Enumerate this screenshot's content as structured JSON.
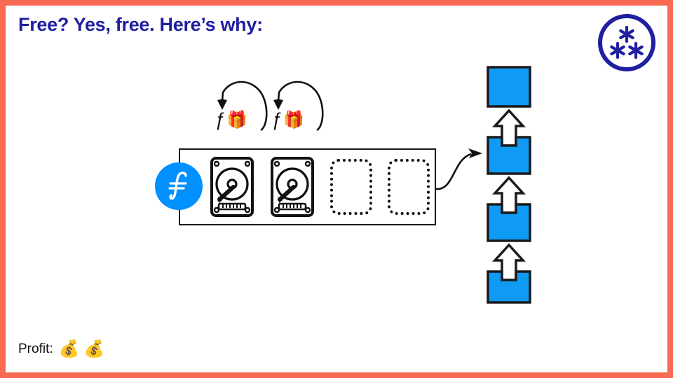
{
  "slide": {
    "title": "Free? Yes, free. Here’s why:",
    "background_color": "#ffffff",
    "border_color": "#f96a55",
    "title_color": "#1f1fa0"
  },
  "logo": {
    "name": "protocol-labs-logo",
    "glyph": "✱✱✱",
    "color": "#1f1fa0"
  },
  "storage": {
    "label": "storage-chassis",
    "filecoin_symbol": "ƒ",
    "filecoin_badge_color": "#0090ff",
    "slots": [
      {
        "type": "hard-drive",
        "state": "filled"
      },
      {
        "type": "hard-drive",
        "state": "filled"
      },
      {
        "type": "empty-slot",
        "state": "empty"
      },
      {
        "type": "empty-slot",
        "state": "empty"
      }
    ]
  },
  "rewards": [
    {
      "symbol": "ƒ",
      "emoji": "🎁"
    },
    {
      "symbol": "ƒ",
      "emoji": "🎁"
    }
  ],
  "blockchain": {
    "block_color": "#0f9bf5",
    "arrow_color": "#ffffff",
    "outline_color": "#1a1a1a",
    "blocks": [
      {
        "index": 4,
        "label": ""
      },
      {
        "index": 3,
        "label": ""
      },
      {
        "index": 2,
        "label": ""
      },
      {
        "index": 1,
        "label": ""
      }
    ],
    "arrow_count": 3
  },
  "footer": {
    "profit_label": "Profit:",
    "profit_emoji": "💰💰"
  }
}
